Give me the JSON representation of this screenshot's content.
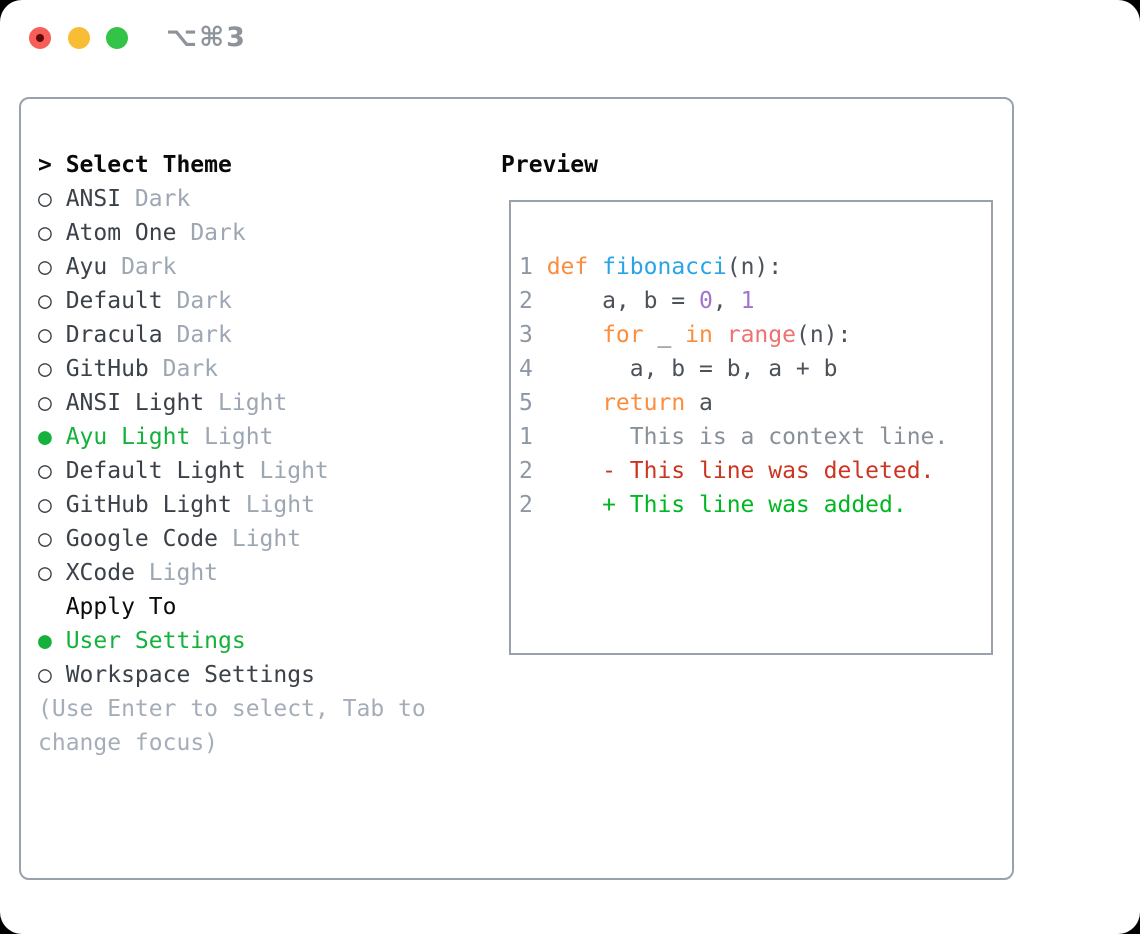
{
  "titlebar": {
    "shortcut": "⌥⌘3"
  },
  "theme_panel": {
    "header": {
      "marker": ">",
      "label": "Select Theme"
    },
    "themes": [
      {
        "marker": "○",
        "name": "ANSI",
        "variant": "Dark",
        "selected": false
      },
      {
        "marker": "○",
        "name": "Atom One",
        "variant": "Dark",
        "selected": false
      },
      {
        "marker": "○",
        "name": "Ayu",
        "variant": "Dark",
        "selected": false
      },
      {
        "marker": "○",
        "name": "Default",
        "variant": "Dark",
        "selected": false
      },
      {
        "marker": "○",
        "name": "Dracula",
        "variant": "Dark",
        "selected": false
      },
      {
        "marker": "○",
        "name": "GitHub",
        "variant": "Dark",
        "selected": false
      },
      {
        "marker": "○",
        "name": "ANSI Light",
        "variant": "Light",
        "selected": false
      },
      {
        "marker": "●",
        "name": "Ayu Light",
        "variant": "Light",
        "selected": true
      },
      {
        "marker": "○",
        "name": "Default Light",
        "variant": "Light",
        "selected": false
      },
      {
        "marker": "○",
        "name": "GitHub Light",
        "variant": "Light",
        "selected": false
      },
      {
        "marker": "○",
        "name": "Google Code",
        "variant": "Light",
        "selected": false
      },
      {
        "marker": "○",
        "name": "XCode",
        "variant": "Light",
        "selected": false
      }
    ],
    "apply_to": {
      "label": "Apply To",
      "options": [
        {
          "marker": "●",
          "label": "User Settings",
          "selected": true
        },
        {
          "marker": "○",
          "label": "Workspace Settings",
          "selected": false
        }
      ]
    },
    "help": {
      "line1": "(Use Enter to select, Tab to",
      "line2": "change focus)"
    }
  },
  "preview": {
    "title": "Preview",
    "code": [
      {
        "num": "1",
        "s0": "def",
        "s1": " ",
        "s2": "fibonacci",
        "s3": "(n):"
      },
      {
        "num": "2",
        "s0": "    a, b = ",
        "s1": "0",
        "s2": ", ",
        "s3": "1"
      },
      {
        "num": "3",
        "s0": "    ",
        "s1": "for",
        "s2": " _ ",
        "s3": "in",
        "s4": " ",
        "s5": "range",
        "s6": "(n):"
      },
      {
        "num": "4",
        "s0": "      a, b = b, a + b"
      },
      {
        "num": "5",
        "s0": "    ",
        "s1": "return",
        "s2": " a"
      },
      {
        "num": "",
        "s0": ""
      },
      {
        "num": "1",
        "s0": "      This is a context line."
      },
      {
        "num": "2",
        "s0": "    - This line was deleted."
      },
      {
        "num": "2",
        "s0": "    + This line was added."
      }
    ]
  },
  "colors": {
    "selection_green": "#14b13c",
    "added_green": "#00b723",
    "deleted_red": "#cc3522",
    "keyword_orange": "#fa8d3e",
    "function_blue": "#2aa4e8",
    "number_purple": "#a273cf",
    "builtin_coral": "#f07171",
    "border_gray": "#99a2ac",
    "muted_gray": "#9da7b3",
    "traffic_red": "#f65e57",
    "traffic_yellow": "#f9bd35",
    "traffic_green": "#33c348"
  }
}
